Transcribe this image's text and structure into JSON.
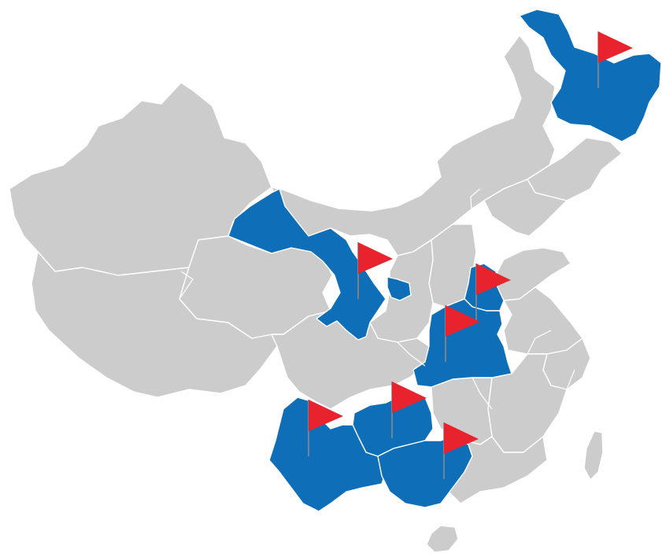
{
  "map": {
    "colors": {
      "base": "#cccccc",
      "highlight": "#0e6fb8",
      "border": "#ffffff",
      "flag": "#e8232e",
      "pole": "#8a8a8a",
      "sea": "#ffffff"
    },
    "highlighted_regions": [
      "heilongjiang",
      "gansu",
      "ningxia",
      "hebei",
      "henan",
      "hubei",
      "guizhou",
      "yunnan",
      "guangxi"
    ],
    "flags": [
      {
        "id": "heilongjiang",
        "icon": "flag-icon"
      },
      {
        "id": "ningxia",
        "icon": "flag-icon"
      },
      {
        "id": "hebei",
        "icon": "flag-icon"
      },
      {
        "id": "henan",
        "icon": "flag-icon"
      },
      {
        "id": "guizhou",
        "icon": "flag-icon"
      },
      {
        "id": "yunnan",
        "icon": "flag-icon"
      },
      {
        "id": "guangxi",
        "icon": "flag-icon"
      }
    ]
  }
}
